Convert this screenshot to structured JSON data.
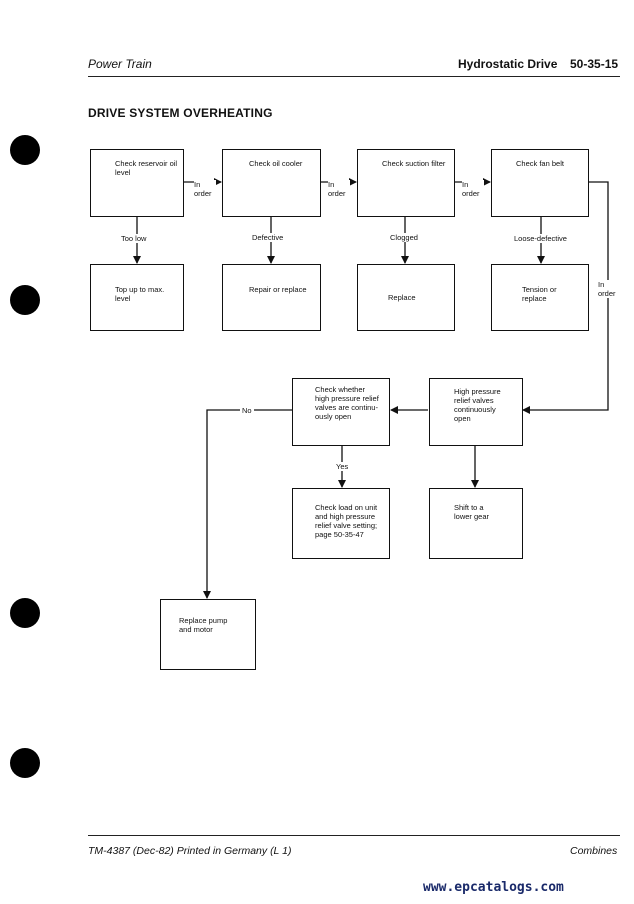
{
  "header": {
    "section": "Power Train",
    "chapter": "Hydrostatic Drive",
    "page_code": "50-35-15"
  },
  "title": "DRIVE SYSTEM OVERHEATING",
  "boxes": {
    "reservoir": "Check reservoir oil level",
    "cooler": "Check oil cooler",
    "suction": "Check suction filter",
    "fanbelt": "Check fan belt",
    "topup": "Top up to max. level",
    "repair": "Repair or replace",
    "replace": "Replace",
    "tension": "Tension or replace",
    "hpvalves": "High pressure relief valves continuously open",
    "checkwhether": "Check whether high pressure relief valves are continu- ously open",
    "shift": "Shift to a lower gear",
    "checkload": "Check load on unit and high pressure relief valve setting; page 50-35-47",
    "replacepump": "Replace pump and motor"
  },
  "labels": {
    "inorder": "In order",
    "toolow": "Too low",
    "defective": "Defective",
    "clogged": "Clogged",
    "loose": "Loose-defective",
    "yes": "Yes",
    "no": "No"
  },
  "footer": {
    "doc": "TM-4387 (Dec-82) Printed in Germany (L 1)",
    "category": "Combines"
  },
  "watermark": "www.epcatalogs.com"
}
